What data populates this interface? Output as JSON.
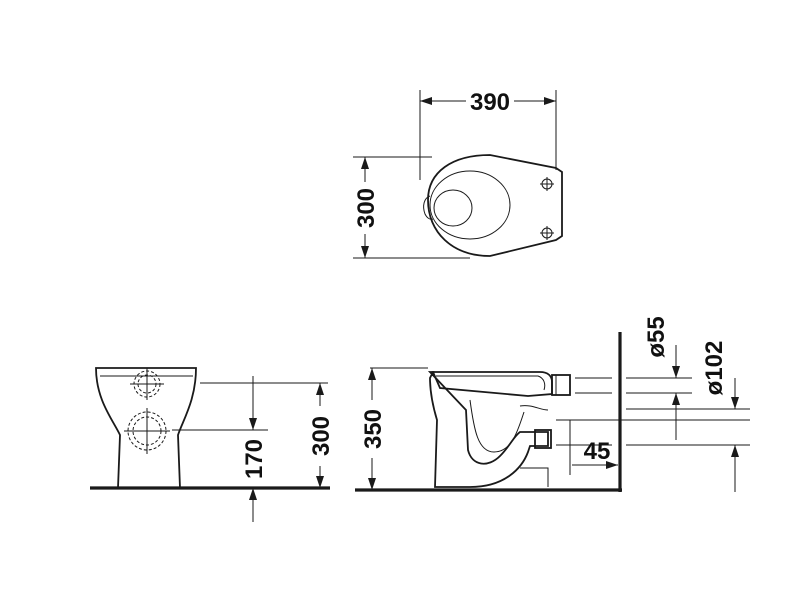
{
  "dimensions": {
    "top_width": "390",
    "top_depth": "300",
    "front_outlet_height": "170",
    "front_total_height": "300",
    "side_total_height": "350",
    "outlet_offset": "45",
    "inlet_diameter": "ø55",
    "outlet_diameter": "ø102"
  },
  "colors": {
    "line": "#1a1a1a",
    "text": "#111111",
    "background": "#ffffff"
  }
}
